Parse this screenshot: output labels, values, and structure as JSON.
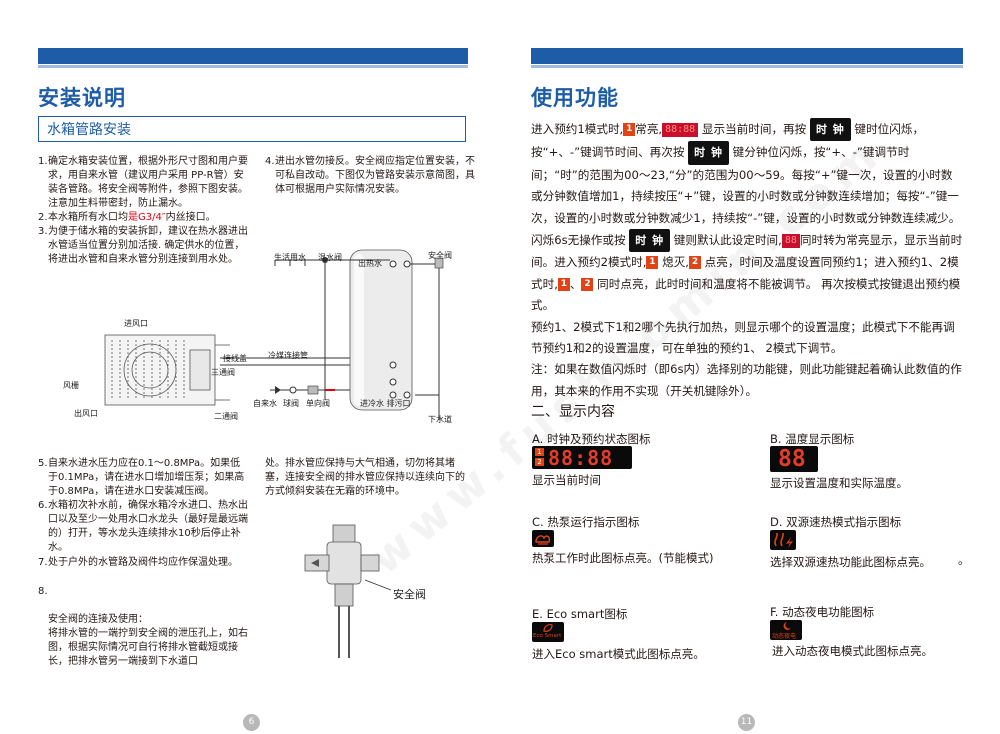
{
  "left_page": {
    "title": "安装说明",
    "section_title": "水箱管路安装",
    "items_col1": [
      {
        "num": "1.",
        "text": "确定水箱安装位置，根据外形尺寸图和用户要求，用自来水管（建议用户采用 PP-R管）安装各管路。将安全阀等附件，参照下图安装。注意加生料带密封，防止漏水。"
      },
      {
        "num": "2.",
        "text_before": "本水箱所有水口均",
        "text_highlight": "是G3/4″",
        "text_after": "内丝接口。"
      },
      {
        "num": "3.",
        "text": "为便于储水箱的安装拆卸，建议在热水器进出水管适当位置分别加活接. 确定供水的位置，将进出水管和自来水管分别连接到用水处。"
      }
    ],
    "item4": {
      "num": "4.",
      "text": "进出水管勿接反。安全阀应指定位置安装，不可私自改动。下图仅为管路安装示意简图，具体可根据用户实际情况安装。"
    },
    "diagram_labels": {
      "inlet": "进风口",
      "junction_box": "接线盖",
      "three_way_valve": "三通阀",
      "fan_grille": "风栅",
      "outlet": "出风口",
      "two_way_valve": "二通阀",
      "domestic_water": "生活用水",
      "mixing_valve": "混水阀",
      "hot_water_out": "出热水",
      "safety_valve": "安全阀",
      "refrigerant_pipe": "冷媒连接管",
      "tap_water": "自来水",
      "ball_valve": "球阀",
      "check_valve": "单向阀",
      "cold_in_drain": "进冷水 排污口",
      "sewer": "下水道"
    },
    "items_col2": [
      {
        "num": "5.",
        "text": "自来水进水压力应在0.1～0.8MPa。如果低于0.1MPa，请在进水口增加增压泵；如果高于0.8MPa，请在进水口安装减压阀。"
      },
      {
        "num": "6.",
        "text": "水箱初次补水前，确保水箱冷水进口、热水出口以及至少一处用水口水龙头（最好是最远端的）打开，等水龙头连续排水10秒后停止补水。"
      },
      {
        "num": "7.",
        "text": "处于户外的水管路及阀件均应作保温处理。"
      },
      {
        "num": "8.",
        "text": "安全阀的连接及使用：\n将排水管的一端拧到安全阀的泄压孔上，如右图，根据实际情况可自行将排水管截短或接长，把排水管另一端接到下水道口"
      }
    ],
    "item8_cont": "处。排水管应保持与大气相通，切勿将其堵塞，连接安全阀的排水管应保持以连续向下的方式倾斜安装在无霜的环境中。",
    "valve_label": "安全阀",
    "page_number": "6"
  },
  "right_page": {
    "title": "使用功能",
    "para1": {
      "t1": "进入预约1模式时,",
      "icon1": "1",
      "t2": "常亮,",
      "seg": "88:88",
      "t3": "显示当前时间，再按",
      "btn": "时 钟",
      "t4": "键时位闪烁，按“+、-”键调节时间、再次按",
      "t5": "键分钟位闪烁，按“+、-”键调节时间；“时”的范围为00～23,“分”的范围为00～59。每按“+”键一次，设置的小时数或分钟数值增加1，持续按压“+”键，设置的小时数或分钟数连续增加；每按“-”键一次，设置的小时数或分钟数减少1，持续按“-”键，设置的小时数或分钟数连续减少。闪烁6s无操作或按",
      "t6": "键则默认此设定时间,",
      "seg2": "88",
      "t7": "同时转为常亮显示，显示当前时间。进入预约2模式时,",
      "t8": "熄灭,",
      "icon2": "2",
      "t9": "点亮，时间及温度设置同预约1；进入预约1、2模式时,",
      "t10": "、",
      "t11": "同时点亮，此时时间和温度将不能被调节。  再次按模式按键退出预约模式。"
    },
    "para2": "预约1、2模式下1和2哪个先执行加热，则显示哪个的设置温度；此模式下不能再调节预约1和2的设置温度，可在单独的预约1、 2模式下调节。",
    "para3": "注：如果在数值闪烁时（即6s内）选择别的功能键，则此功能键起着确认此数值的作用，其本来的作用不实现（开关机键除外）。",
    "section2_title": "二、显示内容",
    "displays": [
      {
        "label": "A. 时钟及预约状态图标",
        "desc": "显示当前时间"
      },
      {
        "label": "B. 温度显示图标",
        "desc": "显示设置温度和实际温度。"
      },
      {
        "label": "C. 热泵运行指示图标",
        "desc": "热泵工作时此图标点亮。(节能模式)"
      },
      {
        "label": "D. 双源速热模式指示图标",
        "desc": "选择双源速热功能此图标点亮。"
      },
      {
        "label": "E. Eco smart图标",
        "desc": "进入Eco smart模式此图标点亮。"
      },
      {
        "label": "F. 动态夜电功能图标",
        "desc": "进入动态夜电模式此图标点亮。"
      }
    ],
    "lcd_a_text": "88:88",
    "lcd_b_text": "88",
    "eco_text": "Eco Smart",
    "night_text": "动态夜电",
    "trailing_mark": "。",
    "page_number": "11"
  }
}
